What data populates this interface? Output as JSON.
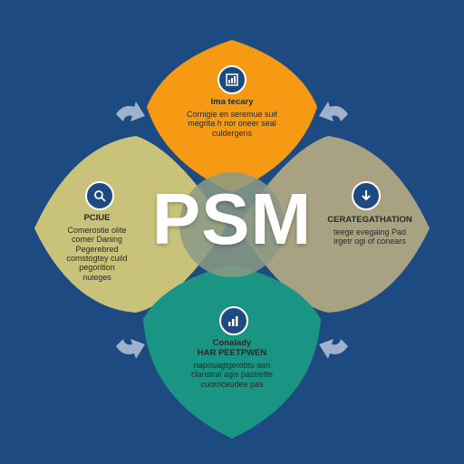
{
  "center": {
    "title": "PSM"
  },
  "petals": {
    "top": {
      "icon": "document-chart-icon",
      "color": "#f59a12",
      "title": "Ima tecary",
      "lines": [
        "Cornigie en seremue suit",
        "megrita h nor oneer seal",
        "culdergens"
      ]
    },
    "left": {
      "icon": "magnifier-icon",
      "color": "#c9c27a",
      "title": "PCIUE",
      "lines": [
        "Comerostie olite",
        "comer Daning",
        "Pegerebred",
        "comstogtey cuild",
        "pegorition",
        "nuieges"
      ]
    },
    "right": {
      "icon": "download-arrow-icon",
      "color": "#a8a282",
      "title": "CERATEGATHATION",
      "lines": [
        "teege evegaing Pad",
        "irgetr ogi of conears"
      ]
    },
    "bottom": {
      "icon": "bar-chart-icon",
      "color": "#1a9483",
      "title": "Conalady",
      "subtitle": "HAR PEETPWEN",
      "lines": [
        "naposagtgerobts aen",
        "clanstral agis pastrette",
        "cuornceudee pas"
      ]
    }
  },
  "colors": {
    "background": "#1d4a80",
    "center_circle": "#8b9a86",
    "arrows": "#9fb2cc",
    "icon_bg": "#1d4a80"
  }
}
